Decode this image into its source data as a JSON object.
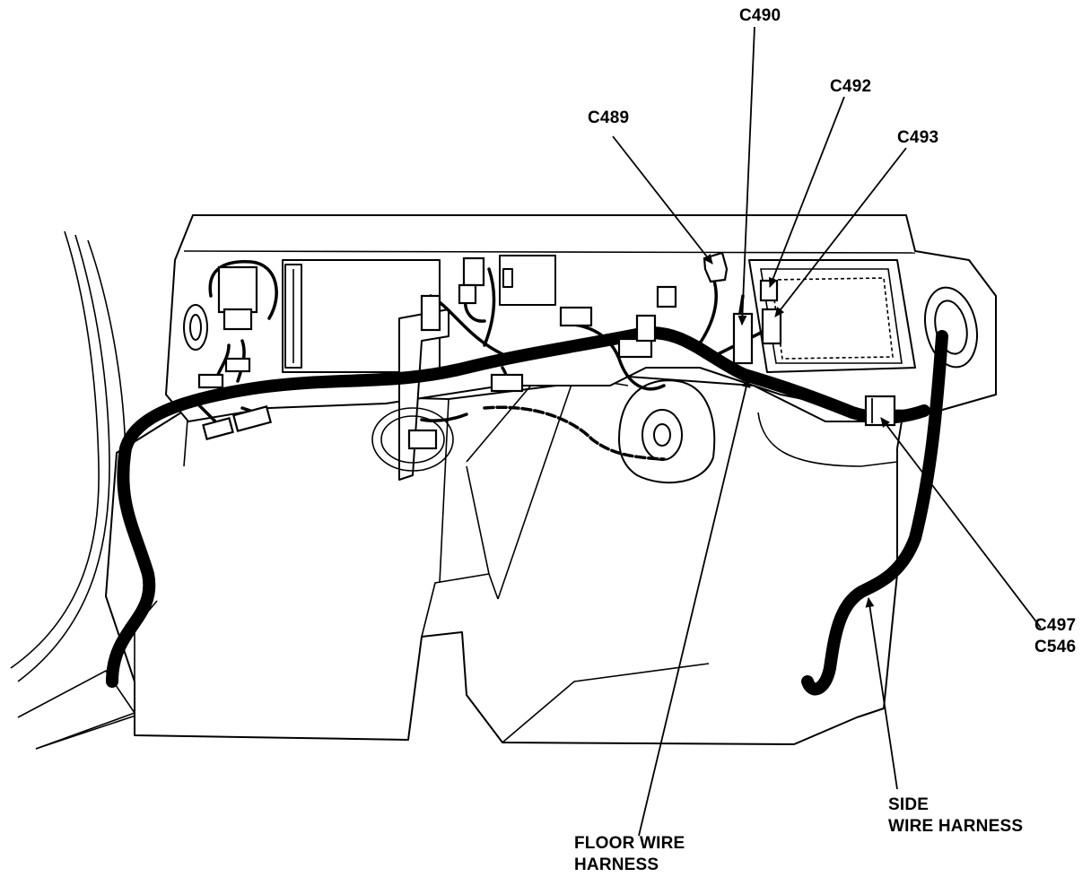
{
  "labels": {
    "c490": "C490",
    "c492": "C492",
    "c489": "C489",
    "c493": "C493",
    "c497": "C497",
    "c546": "C546",
    "side_line1": "SIDE",
    "side_line2": "WIRE HARNESS",
    "floor_line1": "FLOOR WIRE",
    "floor_line2": "HARNESS"
  }
}
